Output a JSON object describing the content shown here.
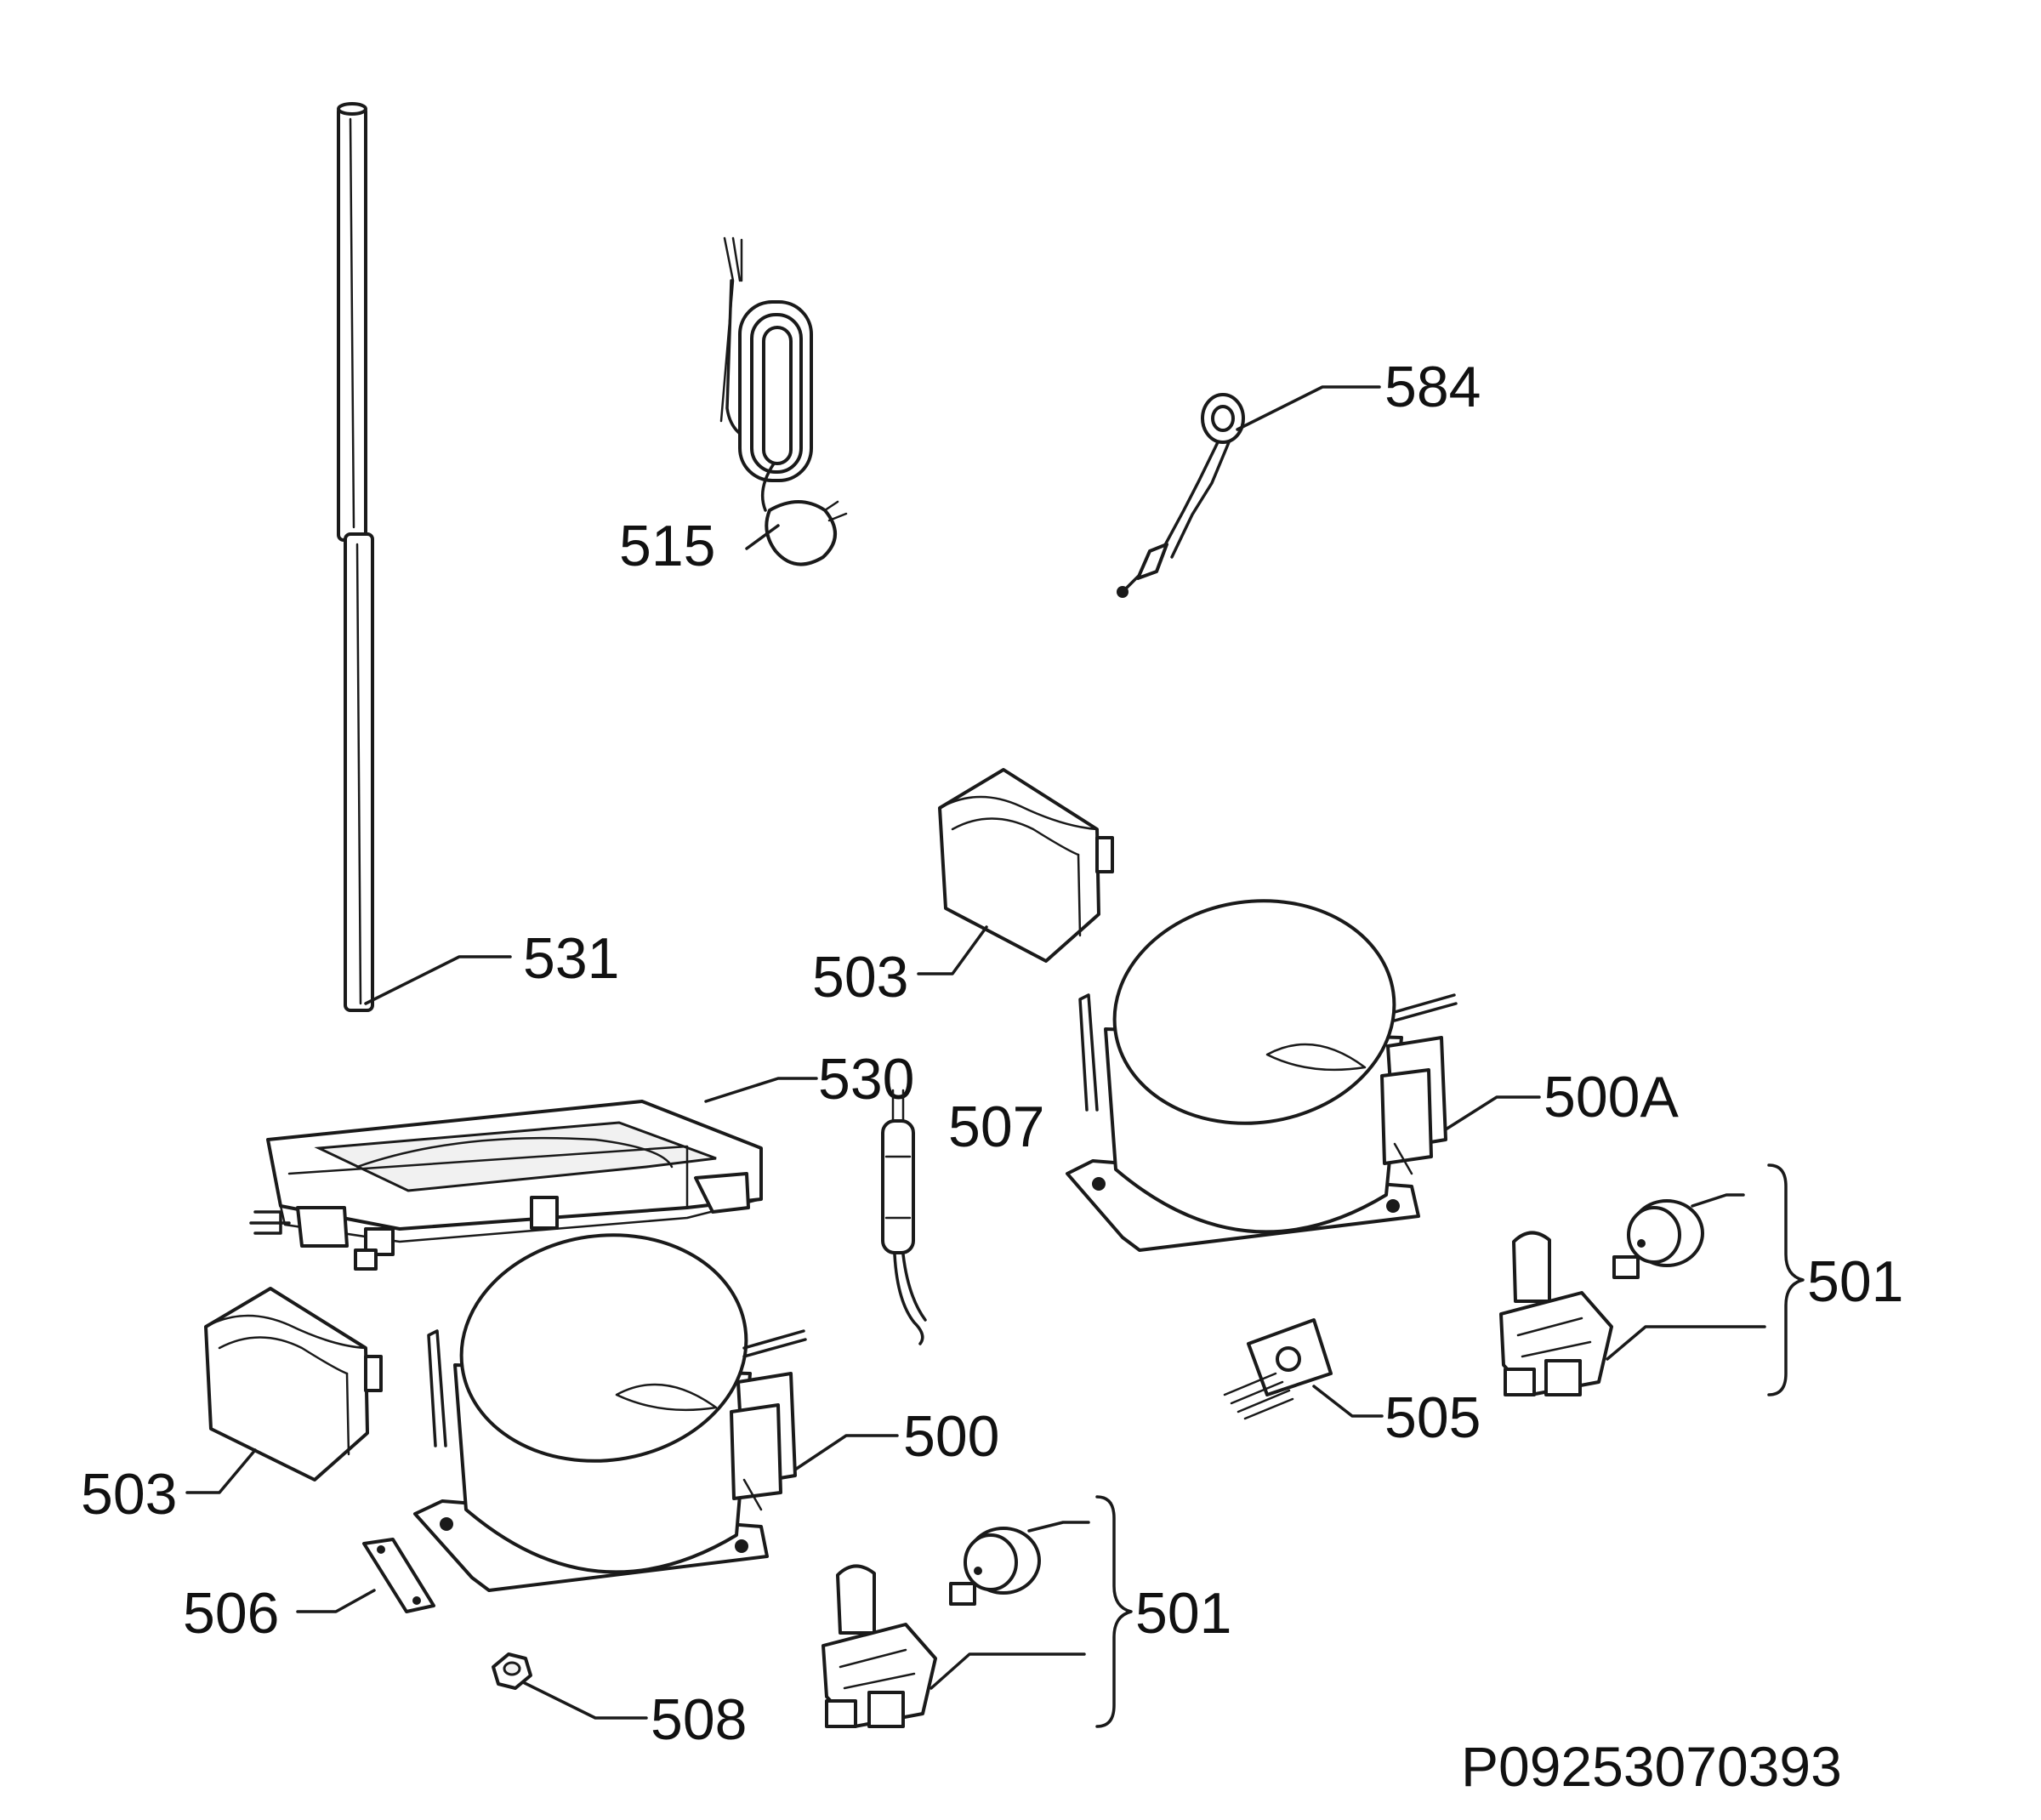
{
  "diagram": {
    "callouts": {
      "c584": "584",
      "c515": "515",
      "c531": "531",
      "c503_upper": "503",
      "c530": "530",
      "c507": "507",
      "c500A": "500A",
      "c501_right": "501",
      "c505": "505",
      "c500": "500",
      "c503_lower": "503",
      "c501_lower": "501",
      "c506": "506",
      "c508": "508"
    },
    "drawing_code": "P09253070393"
  }
}
